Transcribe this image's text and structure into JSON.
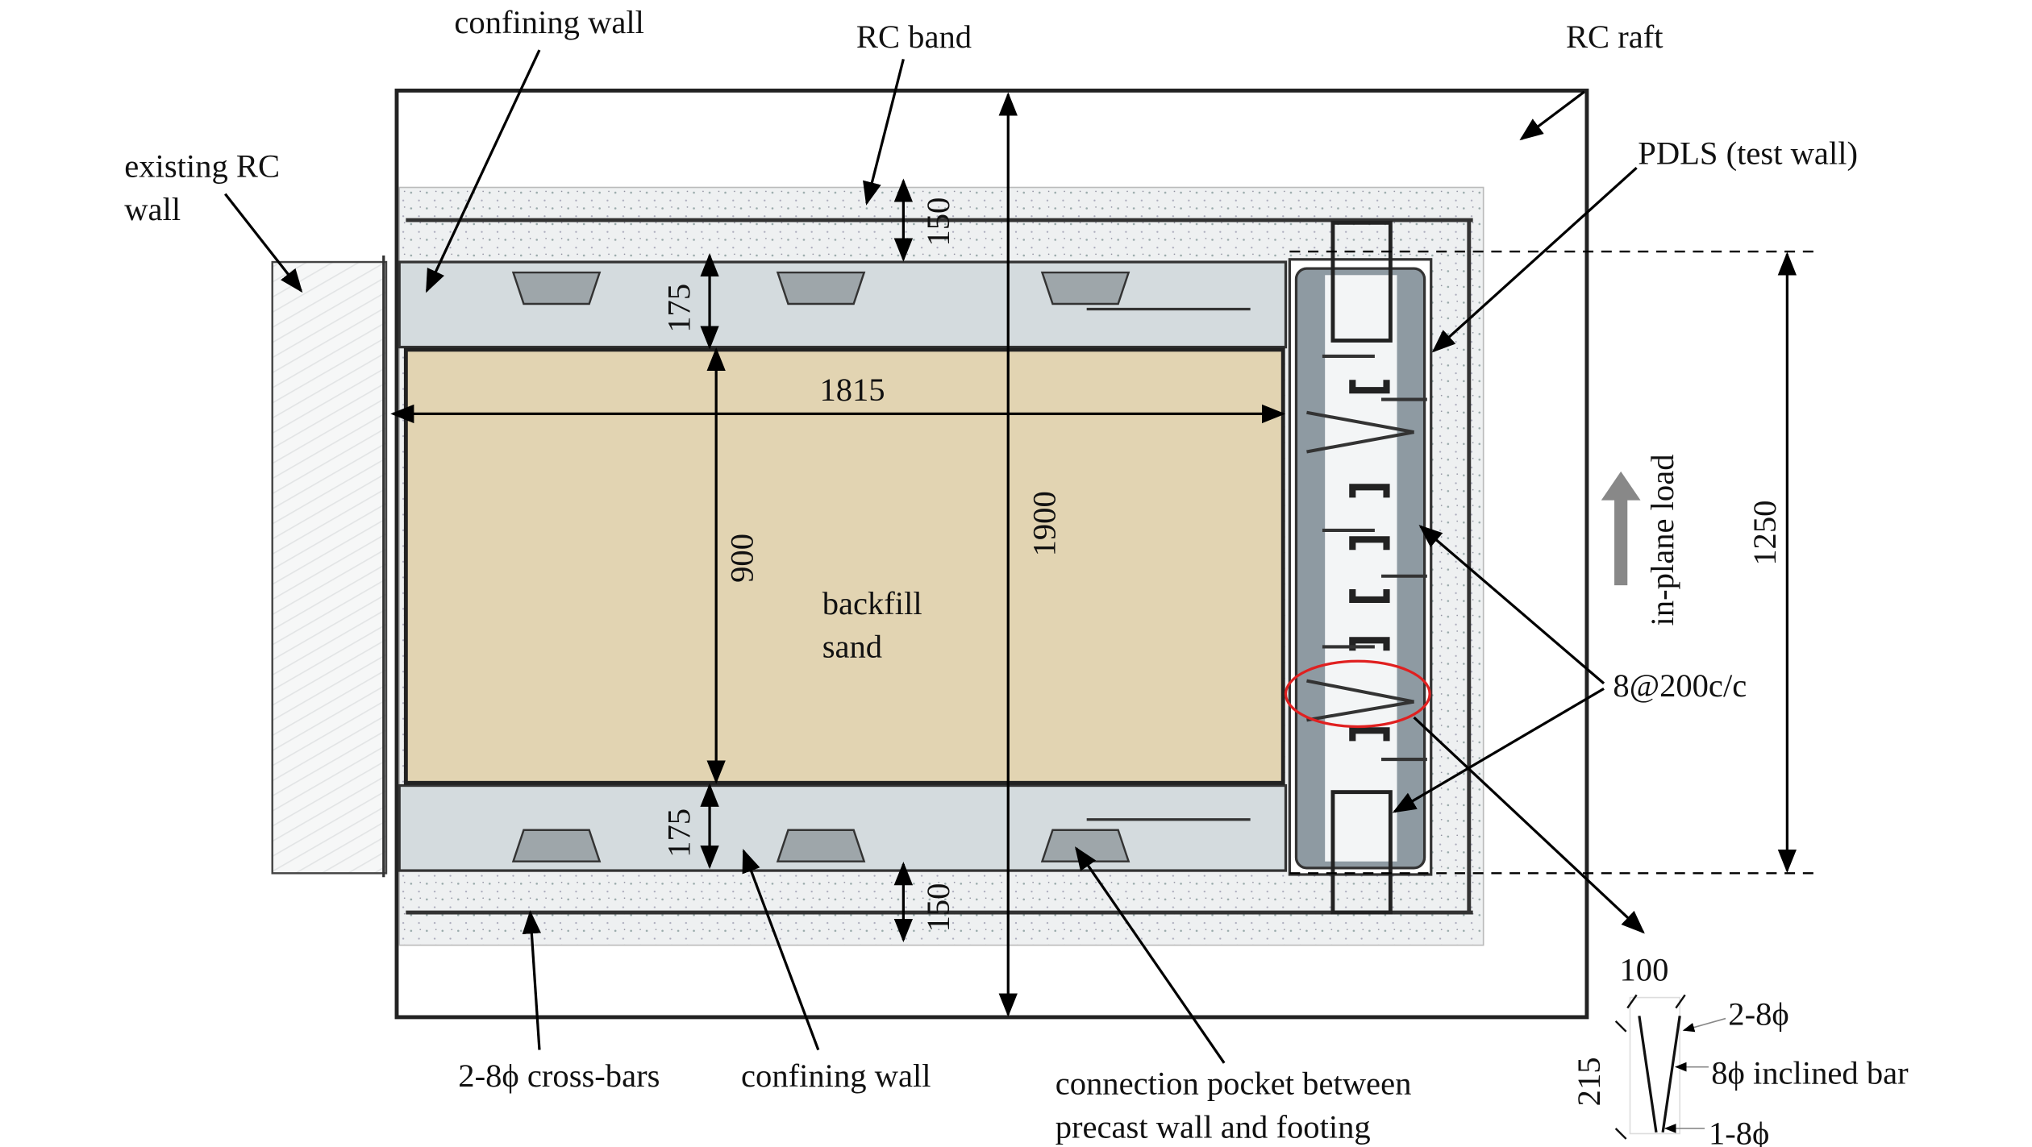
{
  "labels": {
    "confining_wall_top": "confining wall",
    "rc_band": "RC band",
    "rc_raft": "RC raft",
    "existing_rc_wall_1": "existing RC",
    "existing_rc_wall_2": "wall",
    "pdls": "PDLS (test wall)",
    "backfill_1": "backfill",
    "backfill_2": "sand",
    "in_plane_load": "in-plane load",
    "bar_spacing": "8@200c/c",
    "cross_bars": "2-8ϕ cross-bars",
    "confining_wall_bottom": "confining wall",
    "pocket_1": "connection pocket between",
    "pocket_2": "precast wall and footing"
  },
  "dimensions": {
    "top_band": "150",
    "bottom_band": "150",
    "top_wall": "175",
    "bottom_wall": "175",
    "length": "1815",
    "sand_width": "900",
    "total_width": "1900",
    "pdls_length": "1250"
  },
  "detail": {
    "width": "100",
    "height": "215",
    "top_bars": "2-8ϕ",
    "inclined": "8ϕ inclined bar",
    "bottom_bar": "1-8ϕ"
  },
  "colors": {
    "sand": "#e2d4b2",
    "wall": "#d4dbde",
    "band": "#eef0f1",
    "pdls": "#8e9aa2",
    "highlight": "#e02020",
    "load_arrow": "#888888"
  }
}
